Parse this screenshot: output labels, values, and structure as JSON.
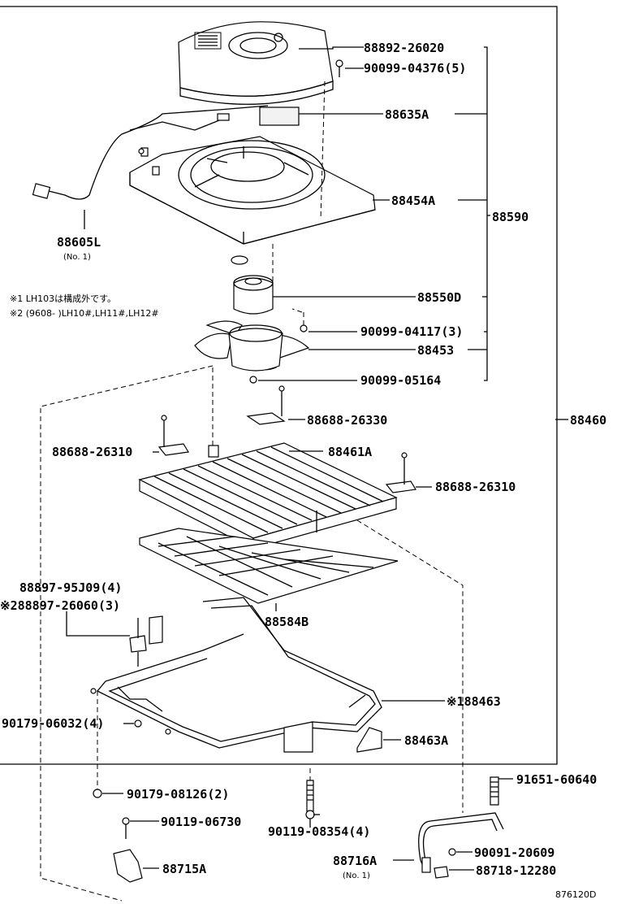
{
  "labels": {
    "p88892": "88892-26020",
    "p90099_04376": "90099-04376(5)",
    "p88635A": "88635A",
    "p88454A": "88454A",
    "p88590": "88590",
    "p88605L": "88605L",
    "p88605L_sub": "(No. 1)",
    "p88550D": "88550D",
    "p90099_04117": "90099-04117(3)",
    "p88453": "88453",
    "p90099_05164": "90099-05164",
    "p88460": "88460",
    "p88688_26330": "88688-26330",
    "p88688_26310_left": "88688-26310",
    "p88461A": "88461A",
    "p88688_26310_right": "88688-26310",
    "p88897_95J09": "88897-95J09(4)",
    "p88897_26060": "※288897-26060(3)",
    "p88584B": "88584B",
    "p188463": "※188463",
    "p90179_06032": "90179-06032(4)",
    "p88463A": "88463A",
    "p91651": "91651-60640",
    "p90179_08126": "90179-08126(2)",
    "p90119_06730": "90119-06730",
    "p90119_08354": "90119-08354(4)",
    "p90091_20609": "90091-20609",
    "p88716A": "88716A",
    "p88716A_sub": "(No. 1)",
    "p88718": "88718-12280",
    "p88715A": "88715A",
    "code": "876120D"
  },
  "notes": {
    "note1": "※1 LH103は構成外です。",
    "note2": "※2 (9608-    )LH10#,LH11#,LH12#"
  }
}
